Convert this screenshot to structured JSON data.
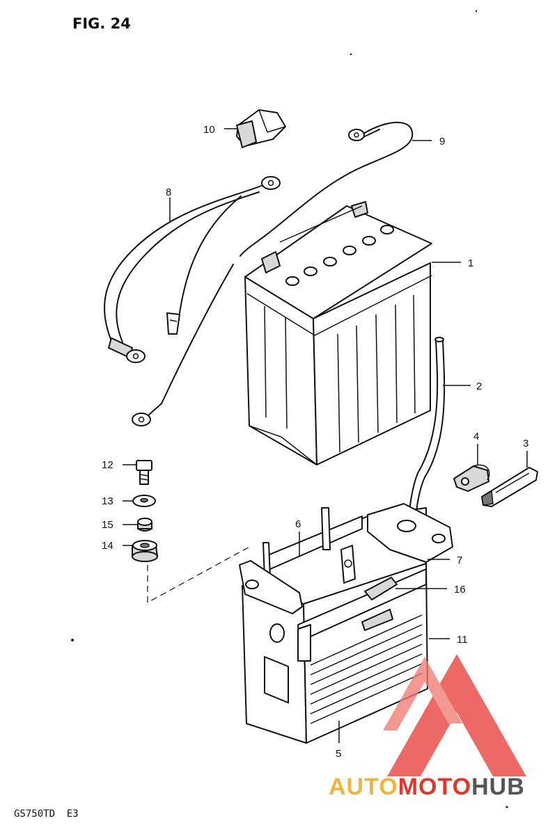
{
  "figure": {
    "title": "FIG. 24",
    "model_code": "GS750TD  E3"
  },
  "callouts": [
    {
      "number": "1"
    },
    {
      "number": "2"
    },
    {
      "number": "3"
    },
    {
      "number": "4"
    },
    {
      "number": "5"
    },
    {
      "number": "6"
    },
    {
      "number": "7"
    },
    {
      "number": "8"
    },
    {
      "number": "9"
    },
    {
      "number": "10"
    },
    {
      "number": "11"
    },
    {
      "number": "12"
    },
    {
      "number": "13"
    },
    {
      "number": "14"
    },
    {
      "number": "15"
    },
    {
      "number": "16"
    }
  ],
  "watermark": {
    "text_part1": "AUTO",
    "text_part2": "MOTO",
    "text_part3": "HUB",
    "colors": {
      "part1": "#f2b43a",
      "part2": "#e2362b",
      "part3": "#555555",
      "logo": "#e8403a"
    }
  }
}
